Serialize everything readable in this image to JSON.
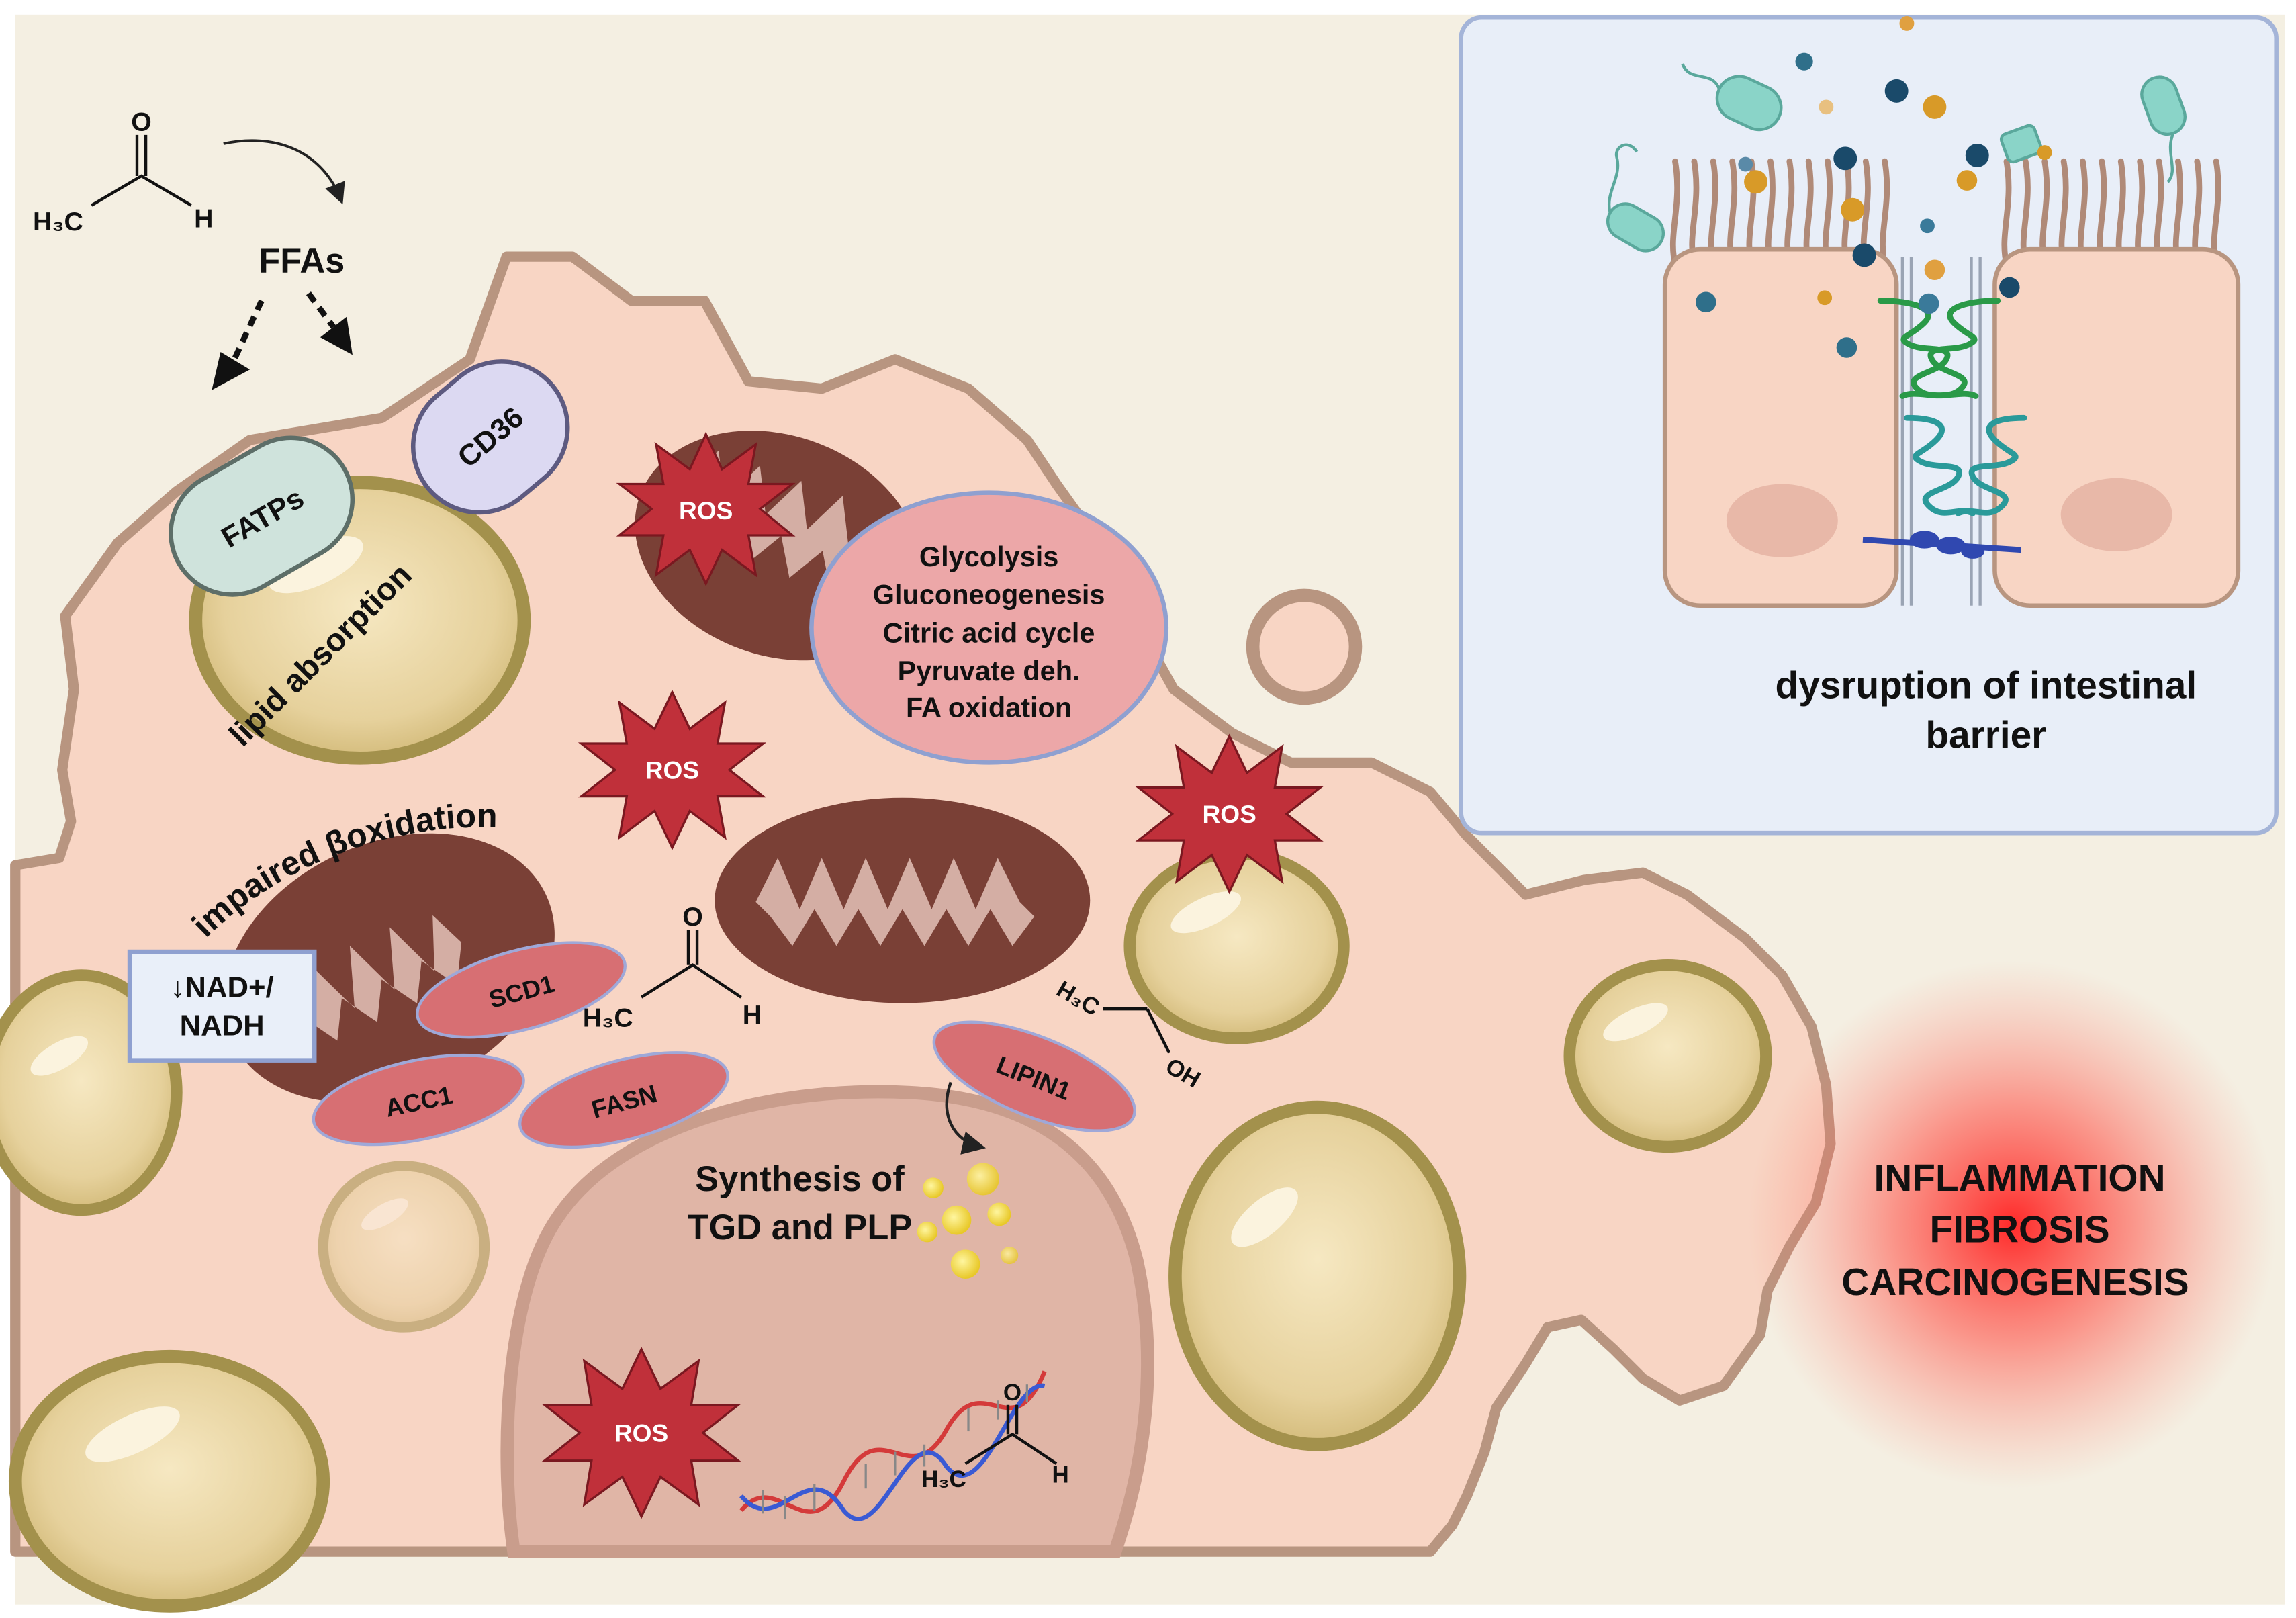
{
  "molecules": {
    "acetaldehyde": {
      "o": "O",
      "h3c": "H₃C",
      "h": "H"
    },
    "ethanol": {
      "h3c": "H₃C",
      "oh": "OH"
    }
  },
  "labels": {
    "ffas": "FFAs",
    "fatps": "FATPs",
    "cd36": "CD36",
    "lipid_absorption": "lipid absorption",
    "impaired_boxidation": "impaired βoxidation",
    "nad_line1": "↓NAD+/",
    "nad_line2": "NADH",
    "scd1": "SCD1",
    "acc1": "ACC1",
    "fasn": "FASN",
    "lipin1": "LIPIN1",
    "synthesis_line1": "Synthesis of",
    "synthesis_line2": "TGD and PLP",
    "ros": "ROS"
  },
  "metabolism_box": {
    "lines": [
      "Glycolysis",
      "Gluconeogenesis",
      "Citric acid cycle",
      "Pyruvate  deh.",
      "FA oxidation"
    ]
  },
  "inset": {
    "caption_line1": "dysruption of intestinal",
    "caption_line2": "barrier"
  },
  "outcomes": [
    "INFLAMMATION",
    "FIBROSIS",
    "CARCINOGENESIS"
  ],
  "colors": {
    "background": "#f4efe2",
    "cell_fill": "#f8d5c4",
    "cell_border": "#b89580",
    "mito_outer": "#7a4036",
    "mito_inner": "#d4aea4",
    "enzyme": "#d76f73",
    "ros": "#c0303a",
    "lipid_ring": "#a3914c",
    "lipid_fill": "#e8d6a4",
    "inset_bg": "#e8eef8",
    "inset_border": "#a4b4d8",
    "inflammation": "#ff2a2a"
  }
}
